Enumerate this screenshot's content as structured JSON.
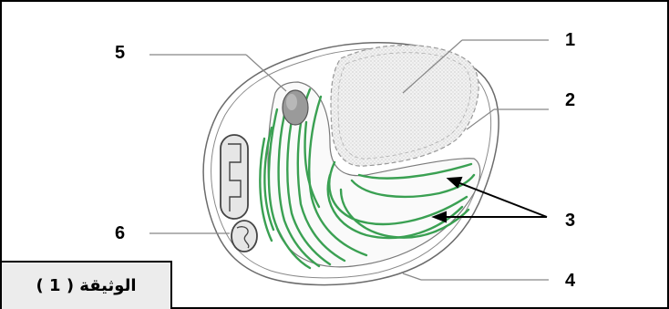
{
  "labels": {
    "l1": "1",
    "l2": "2",
    "l3": "3",
    "l4": "4",
    "l5": "5",
    "l6": "6"
  },
  "caption": "الوثيقة ( 1 )",
  "colors": {
    "membrane": "#6b6b6b",
    "chloroplast_membranes": "#3aa052",
    "nucleus_fill": "#dcdcdc",
    "pyrenoid": "#9a9a9a",
    "caption_bg": "#ececec"
  }
}
